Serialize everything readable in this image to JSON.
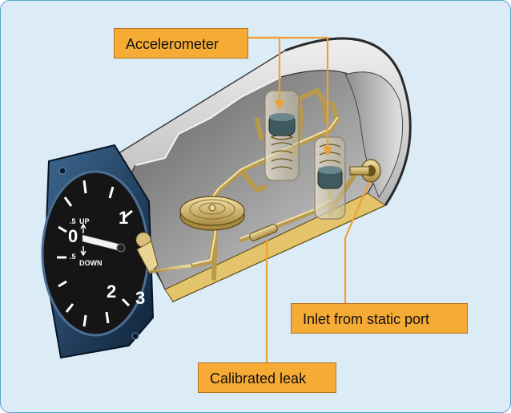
{
  "diagram": {
    "labels": {
      "accelerometer": "Accelerometer",
      "inlet": "Inlet from static port",
      "leak": "Calibrated leak"
    },
    "gauge_text": {
      "up_value": ".5",
      "up_word": "UP",
      "down_value": ".5",
      "down_word": "DOWN",
      "zero": "0",
      "one": "1",
      "two": "2",
      "three": "3"
    },
    "colors": {
      "background": "#dcecf6",
      "frame_border": "#5aa3cf",
      "callout_fill": "#f6ab35",
      "leader_line": "#f0a030",
      "case_silver": "#c8c8c8",
      "brass_tubing": "#d9c07a",
      "gauge_bezel": "#1d3a5c"
    }
  }
}
